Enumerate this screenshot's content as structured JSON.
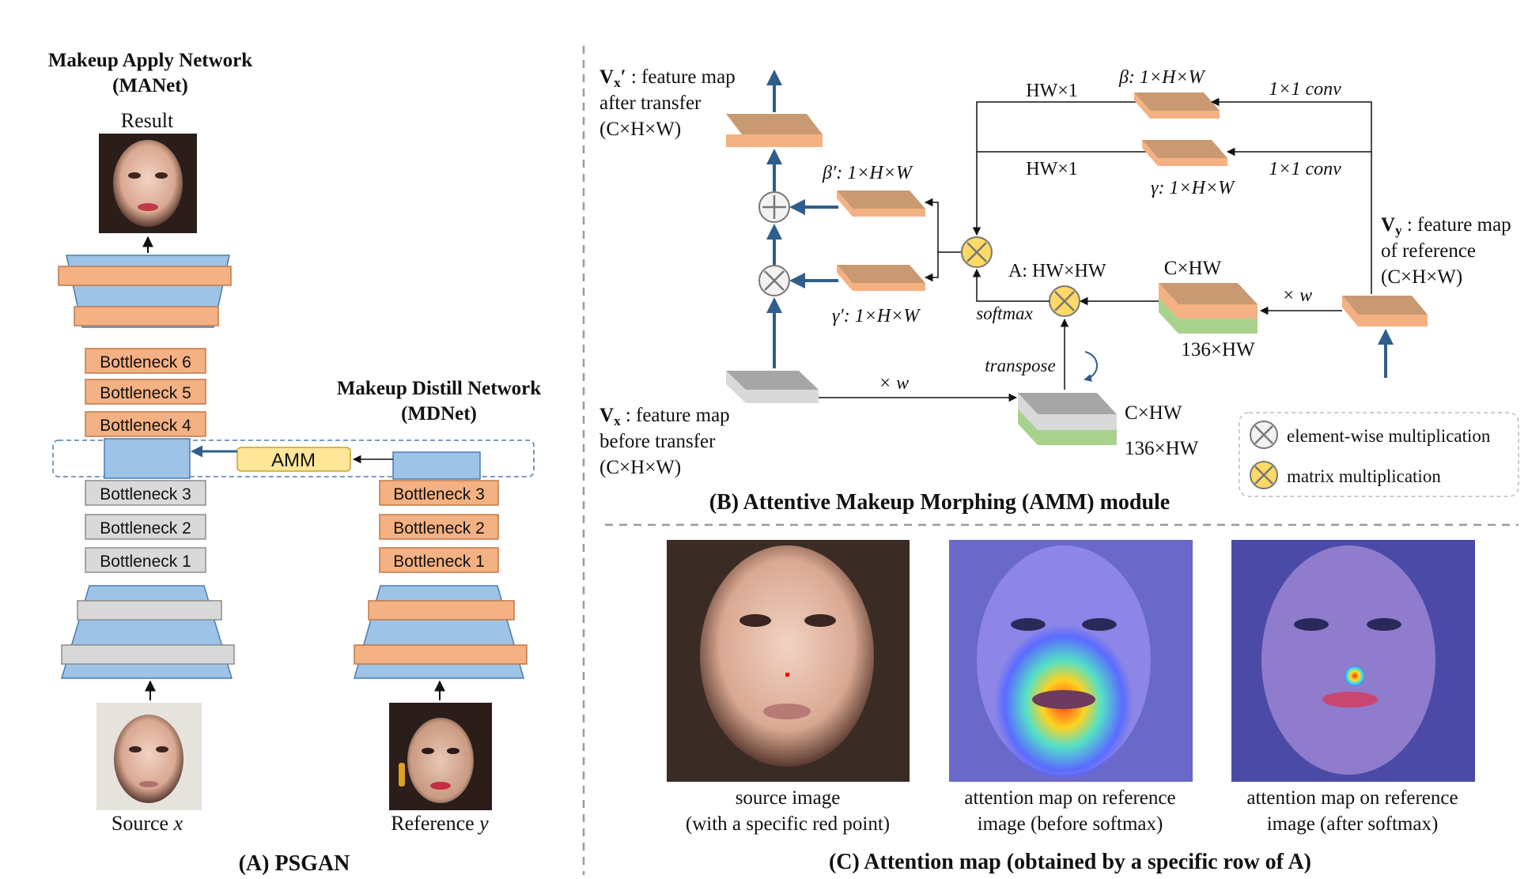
{
  "colors": {
    "blue": "#9dc3e6",
    "blue_edge": "#4a7cb0",
    "orange": "#f4b183",
    "orange_edge": "#c07848",
    "gray": "#d9d9d9",
    "gray_edge": "#8c8c8c",
    "amm_fill": "#ffe699",
    "arrow": "#2f5d8c",
    "plate_top": "#c99a72",
    "plate_side": "#f4b183",
    "green": "#a9d18e",
    "op_cross_fill": "#f2f2f2",
    "op_matrix_fill": "#ffd966"
  },
  "panel_a": {
    "title_line1": "Makeup Apply Network",
    "title_line2": "(MANet)",
    "result_label": "Result",
    "top_bottlenecks": [
      "Bottleneck 6",
      "Bottleneck 5",
      "Bottleneck 4"
    ],
    "amm_label": "AMM",
    "lower_bottlenecks": [
      "Bottleneck 3",
      "Bottleneck 2",
      "Bottleneck 1"
    ],
    "mdnet_title_line1": "Makeup Distill Network",
    "mdnet_title_line2": "(MDNet)",
    "mdnet_bottlenecks": [
      "Bottleneck 3",
      "Bottleneck 2",
      "Bottleneck 1"
    ],
    "source_label": "Source",
    "source_var": "x",
    "reference_label": "Reference",
    "reference_var": "y",
    "caption": "(A) PSGAN"
  },
  "panel_b": {
    "vx_prime_label_rest": " : feature map",
    "vx_prime_line2": "after transfer",
    "vx_prime_line3": "(C×H×W)",
    "beta_prime": "β′: 1×H×W",
    "gamma_prime": "γ′: 1×H×W",
    "hw1_top": "HW×1",
    "hw1_mid": "HW×1",
    "beta": "β: 1×H×W",
    "gamma": "γ: 1×H×W",
    "conv_top": "1×1 conv",
    "conv_mid": "1×1 conv",
    "a_label": "A: HW×HW",
    "softmax": "softmax",
    "chw_right": "C×HW",
    "hw136_right": "136×HW",
    "times_w_right": "× w",
    "vy_label_rest": " : feature map",
    "vy_line2": "of reference",
    "vy_line3": "(C×H×W)",
    "transpose": "transpose",
    "times_w_bottom": "× w",
    "chw_bottom": "C×HW",
    "hw136_bottom": "136×HW",
    "vx_label_rest": " : feature map",
    "vx_line2": "before transfer",
    "vx_line3": "(C×H×W)",
    "legend_elementwise": "element-wise multiplication",
    "legend_matrix": "matrix multiplication",
    "caption": "(B) Attentive Makeup Morphing (AMM) module"
  },
  "panel_c": {
    "img1_line1": "source image",
    "img1_line2": "(with a specific red point)",
    "img2_line1": "attention map on reference",
    "img2_line2": "image (before softmax)",
    "img3_line1": "attention map on reference",
    "img3_line2": "image (after softmax)",
    "caption": "(C) Attention map (obtained by a specific row of A)"
  }
}
